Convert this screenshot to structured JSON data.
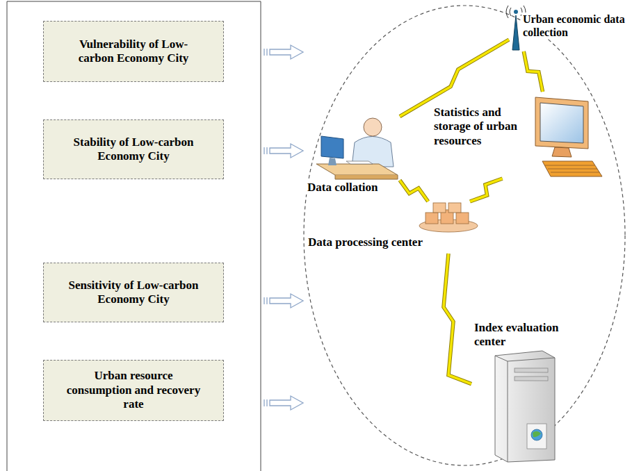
{
  "diagram": {
    "nodes": [
      {
        "text": [
          "Vulnerability of Low-carbon Economy City"
        ]
      },
      {
        "text": [
          "Stability of Low-carbon Economy City"
        ]
      },
      {
        "text": [
          "Sensitivity of Low-carbon Economy City"
        ]
      },
      {
        "text": [
          "Urban resource consumption and recovery rate"
        ]
      },
      {
        "text": [
          "Urban economic data collection"
        ]
      },
      {
        "text": [
          "Statistics and storage of urban resources"
        ]
      },
      {
        "text": [
          "Data collation"
        ]
      },
      {
        "text": [
          "Data processing center"
        ]
      },
      {
        "text": [
          "Index evaluation center"
        ]
      }
    ],
    "edges": [
      {
        "from": 4,
        "to": 6,
        "arrow": "none"
      },
      {
        "from": 4,
        "to": 5,
        "arrow": "none"
      },
      {
        "from": 6,
        "to": 7,
        "arrow": "none"
      },
      {
        "from": 5,
        "to": 7,
        "arrow": "none"
      },
      {
        "from": 7,
        "to": 8,
        "arrow": "none"
      }
    ]
  }
}
